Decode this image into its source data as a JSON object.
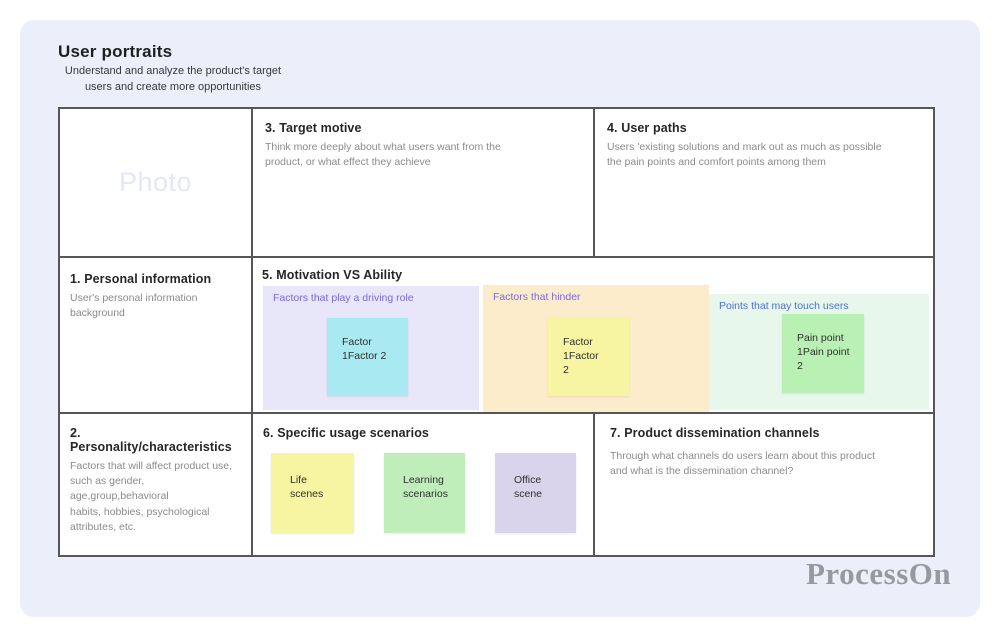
{
  "header": {
    "title": "User portraits",
    "subtitle": "Understand and analyze the product's target\nusers and create more opportunities"
  },
  "photo": {
    "label": "Photo"
  },
  "cells": {
    "personal_info": {
      "title": "1. Personal information",
      "body": "User's personal information\nbackground"
    },
    "personality": {
      "title": "2. Personality/characteristics",
      "body": "Factors that will affect product use,\nsuch as gender, age,group,behavioral\nhabits, hobbies, psychological\nattributes, etc."
    },
    "target_motive": {
      "title": "3. Target motive",
      "body": "Think more deeply about what users want from the\nproduct, or what effect they achieve"
    },
    "user_paths": {
      "title": "4. User paths",
      "body": "Users 'existing solutions and mark out as much as possible\nthe pain points and comfort points among them"
    },
    "motivation": {
      "title": "5. Motivation VS Ability",
      "zones": [
        {
          "label": "Factors that play a driving role",
          "note": "Factor\n1Factor 2"
        },
        {
          "label": "Factors that hinder",
          "note": "Factor\n1Factor\n2"
        },
        {
          "label": "Points that may touch users",
          "note": "Pain point\n1Pain point 2"
        }
      ]
    },
    "usage_scenarios": {
      "title": "6. Specific usage scenarios",
      "notes": [
        {
          "text": "Life\nscenes"
        },
        {
          "text": "Learning\nscenarios"
        },
        {
          "text": "Office\nscene"
        }
      ]
    },
    "dissemination": {
      "title": "7. Product dissemination channels",
      "body": "Through what channels do users learn about this product\nand what is the dissemination channel?"
    }
  },
  "watermark": "ProcessOn",
  "colors": {
    "card_bg": "#eceef9",
    "cell_bg": "#ffffff",
    "border": "#55555a",
    "zone_driving_bg": "#e7e7f9",
    "zone_hinder_bg": "#fdeccb",
    "zone_touch_bg": "#e7f7ec",
    "zone_label_purple": "#7a68e0",
    "zone_label_blue": "#4f6fd8",
    "note_cyan": "#a9e9f1",
    "note_yellow": "#f7f4a2",
    "note_green": "#b9f0b4",
    "note_green_light": "#bfeebb",
    "note_purple": "#d9d3ec",
    "photo_text": "#e4e7f7",
    "watermark_gray": "#98989f"
  }
}
